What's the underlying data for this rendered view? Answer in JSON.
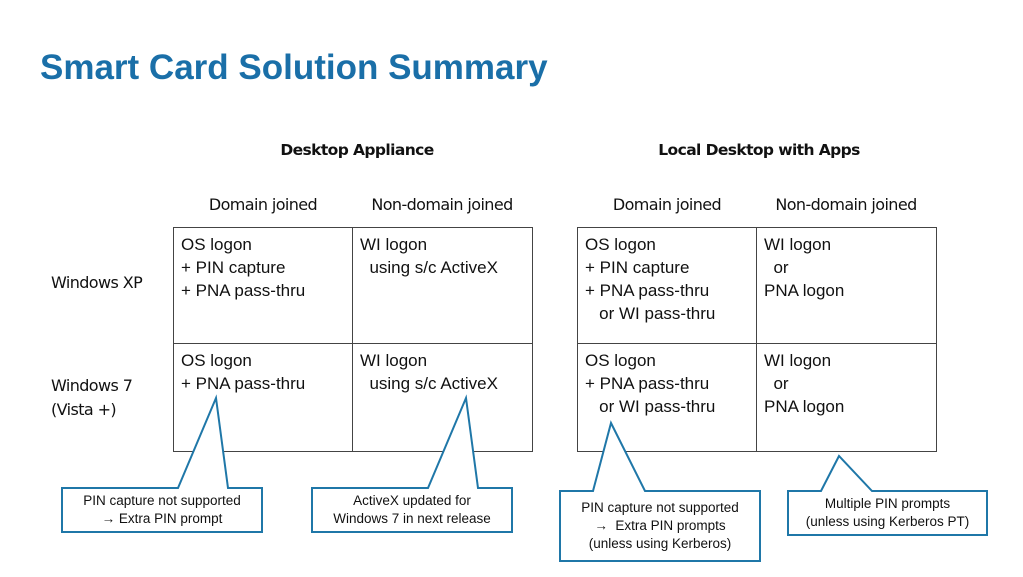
{
  "title": "Smart Card Solution Summary",
  "accent_color": "#1a6fa8",
  "sections": [
    {
      "label": "Desktop Appliance",
      "columns": [
        "Domain joined",
        "Non-domain joined"
      ],
      "cells": [
        [
          "OS logon\n+ PIN capture\n+ PNA pass-thru",
          "WI logon\n  using s/c ActiveX"
        ],
        [
          "OS logon\n+ PNA pass-thru",
          "WI logon\n  using s/c ActiveX"
        ]
      ]
    },
    {
      "label": "Local Desktop with Apps",
      "columns": [
        "Domain joined",
        "Non-domain joined"
      ],
      "cells": [
        [
          "OS logon\n+ PIN capture\n+ PNA pass-thru\n   or WI pass-thru",
          "WI logon\n  or\nPNA logon"
        ],
        [
          "OS logon\n+ PNA pass-thru\n   or WI pass-thru",
          "WI logon\n  or\nPNA logon"
        ]
      ]
    }
  ],
  "rows": [
    "Windows XP",
    "Windows 7\n(Vista +)"
  ],
  "callouts": [
    "PIN capture not supported\n→ Extra PIN prompt",
    "ActiveX updated for\nWindows 7 in next release",
    "PIN capture not supported\n→  Extra PIN prompts\n(unless using Kerberos)",
    "Multiple PIN prompts\n(unless using Kerberos PT)"
  ]
}
